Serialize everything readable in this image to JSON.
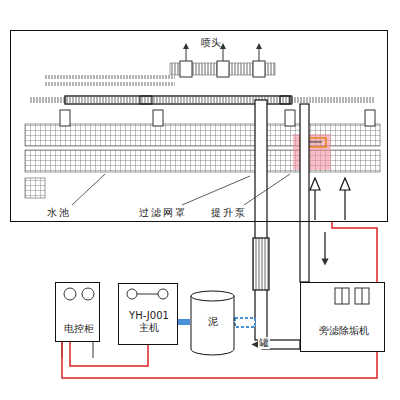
{
  "diagram": {
    "nodes": [
      {
        "text": [
          "喷头",
          "水池",
          "过滤网罩",
          "提升泵"
        ]
      },
      {
        "text": [
          "电控柜"
        ]
      },
      {
        "text": [
          "YH-J001 主机"
        ]
      },
      {
        "text": [
          "泥"
        ]
      },
      {
        "text": [
          "旁滤除垢机"
        ]
      }
    ],
    "edges": [
      {
        "from": 1,
        "to": 2,
        "arrow": "none"
      },
      {
        "from": 1,
        "to": 4,
        "arrow": "none"
      },
      {
        "from": 4,
        "to": 0,
        "arrow": "none"
      },
      {
        "from": 2,
        "to": 3,
        "arrow": "none"
      }
    ],
    "labels": [
      "罐"
    ]
  }
}
